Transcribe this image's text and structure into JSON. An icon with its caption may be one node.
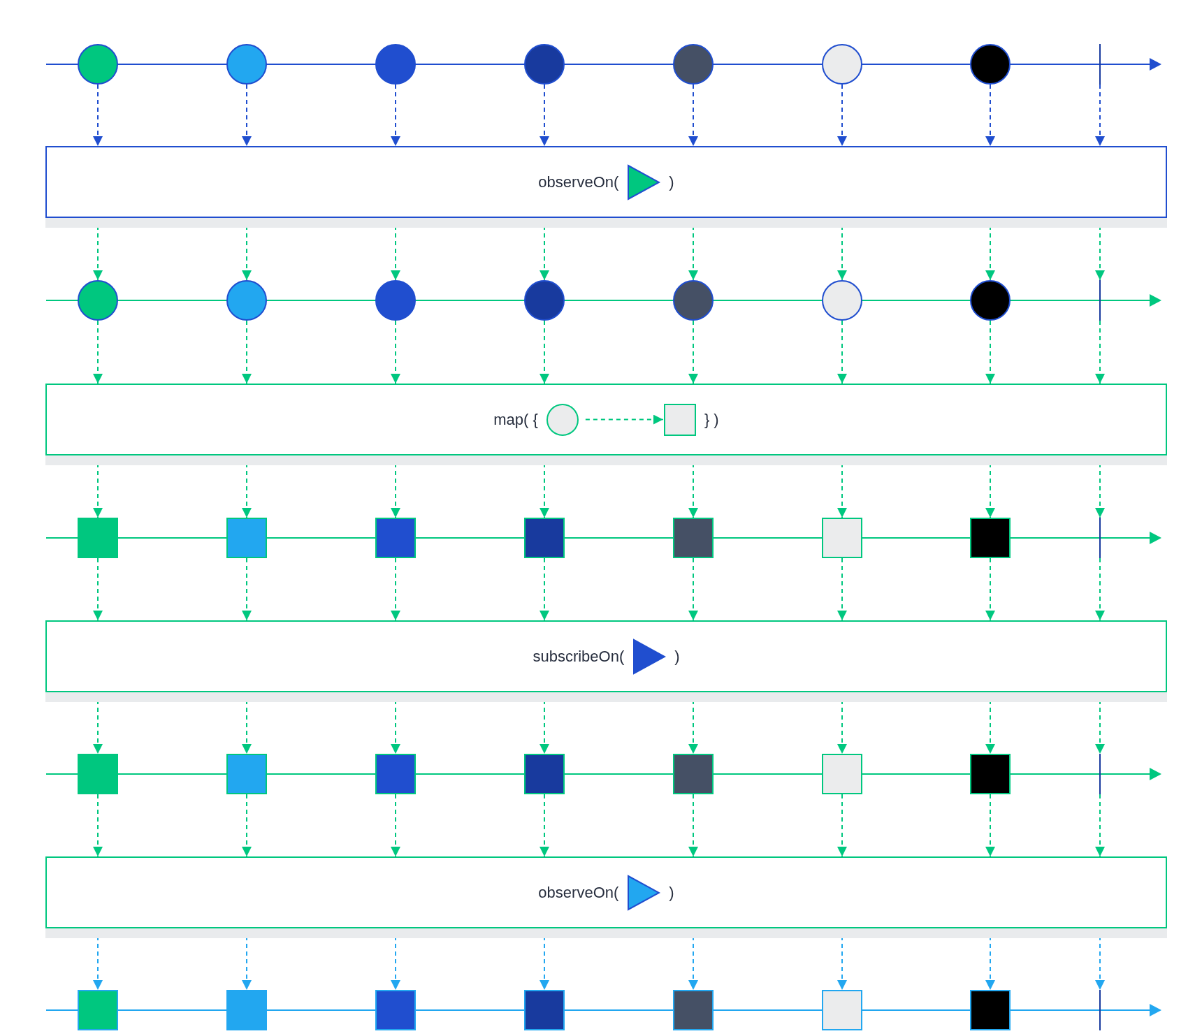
{
  "diagram": {
    "nodes": [
      {
        "text": [],
        "shape": "circle"
      },
      {
        "text": [],
        "shape": "circle"
      },
      {
        "text": [],
        "shape": "circle"
      },
      {
        "text": [],
        "shape": "circle"
      },
      {
        "text": [],
        "shape": "circle"
      },
      {
        "text": [],
        "shape": "circle"
      },
      {
        "text": [],
        "shape": "circle"
      },
      {
        "text": [],
        "shape": "bar"
      },
      {
        "text": [
          "observeOn(",
          ")"
        ]
      },
      {
        "text": [],
        "shape": "circle"
      },
      {
        "text": [],
        "shape": "circle"
      },
      {
        "text": [],
        "shape": "circle"
      },
      {
        "text": [],
        "shape": "circle"
      },
      {
        "text": [],
        "shape": "circle"
      },
      {
        "text": [],
        "shape": "circle"
      },
      {
        "text": [],
        "shape": "circle"
      },
      {
        "text": [],
        "shape": "bar"
      },
      {
        "text": [
          "map( {",
          "} )"
        ]
      },
      {
        "text": [],
        "shape": "circle",
        "in": 17
      },
      {
        "text": [],
        "shape": "box",
        "in": 17
      },
      {
        "text": [],
        "shape": "box"
      },
      {
        "text": [],
        "shape": "box"
      },
      {
        "text": [],
        "shape": "box"
      },
      {
        "text": [],
        "shape": "box"
      },
      {
        "text": [],
        "shape": "box"
      },
      {
        "text": [],
        "shape": "box"
      },
      {
        "text": [],
        "shape": "box"
      },
      {
        "text": [],
        "shape": "bar"
      },
      {
        "text": [
          "subscribeOn(",
          ")"
        ]
      },
      {
        "text": [],
        "shape": "box"
      },
      {
        "text": [],
        "shape": "box"
      },
      {
        "text": [],
        "shape": "box"
      },
      {
        "text": [],
        "shape": "box"
      },
      {
        "text": [],
        "shape": "box"
      },
      {
        "text": [],
        "shape": "box"
      },
      {
        "text": [],
        "shape": "box"
      },
      {
        "text": [],
        "shape": "bar"
      },
      {
        "text": [
          "observeOn(",
          ")"
        ]
      },
      {
        "text": [],
        "shape": "box"
      },
      {
        "text": [],
        "shape": "box"
      },
      {
        "text": [],
        "shape": "box"
      },
      {
        "text": [],
        "shape": "box"
      },
      {
        "text": [],
        "shape": "box"
      },
      {
        "text": [],
        "shape": "box"
      },
      {
        "text": [],
        "shape": "box"
      },
      {
        "text": [],
        "shape": "bar"
      }
    ],
    "edges": [
      {
        "from": 0,
        "to": 8,
        "arrow": "to",
        "style": "dashed",
        "color": "#204ecf"
      },
      {
        "from": 1,
        "to": 8,
        "arrow": "to",
        "style": "dashed",
        "color": "#204ecf"
      },
      {
        "from": 2,
        "to": 8,
        "arrow": "to",
        "style": "dashed",
        "color": "#204ecf"
      },
      {
        "from": 3,
        "to": 8,
        "arrow": "to",
        "style": "dashed",
        "color": "#204ecf"
      },
      {
        "from": 4,
        "to": 8,
        "arrow": "to",
        "style": "dashed",
        "color": "#204ecf"
      },
      {
        "from": 5,
        "to": 8,
        "arrow": "to",
        "style": "dashed",
        "color": "#204ecf"
      },
      {
        "from": 6,
        "to": 8,
        "arrow": "to",
        "style": "dashed",
        "color": "#204ecf"
      },
      {
        "from": 7,
        "to": 8,
        "arrow": "to",
        "style": "dashed",
        "color": "#204ecf"
      },
      {
        "from": 8,
        "to": 9,
        "arrow": "to",
        "style": "dashed"
      },
      {
        "from": 8,
        "to": 10,
        "arrow": "to",
        "style": "dashed"
      },
      {
        "from": 8,
        "to": 11,
        "arrow": "to",
        "style": "dashed"
      },
      {
        "from": 8,
        "to": 12,
        "arrow": "to",
        "style": "dashed"
      },
      {
        "from": 8,
        "to": 13,
        "arrow": "to",
        "style": "dashed"
      },
      {
        "from": 8,
        "to": 14,
        "arrow": "to",
        "style": "dashed"
      },
      {
        "from": 8,
        "to": 15,
        "arrow": "to",
        "style": "dashed"
      },
      {
        "from": 8,
        "to": 16,
        "arrow": "to",
        "style": "dashed"
      },
      {
        "from": 9,
        "to": 17,
        "arrow": "to",
        "style": "dashed"
      },
      {
        "from": 10,
        "to": 17,
        "arrow": "to",
        "style": "dashed"
      },
      {
        "from": 11,
        "to": 17,
        "arrow": "to",
        "style": "dashed"
      },
      {
        "from": 12,
        "to": 17,
        "arrow": "to",
        "style": "dashed"
      },
      {
        "from": 13,
        "to": 17,
        "arrow": "to",
        "style": "dashed"
      },
      {
        "from": 14,
        "to": 17,
        "arrow": "to",
        "style": "dashed"
      },
      {
        "from": 15,
        "to": 17,
        "arrow": "to",
        "style": "dashed"
      },
      {
        "from": 16,
        "to": 17,
        "arrow": "to",
        "style": "dashed"
      },
      {
        "from": 18,
        "to": 19,
        "arrow": "to",
        "style": "dashed"
      },
      {
        "from": 17,
        "to": 20,
        "arrow": "to",
        "style": "dashed"
      },
      {
        "from": 17,
        "to": 21,
        "arrow": "to",
        "style": "dashed"
      },
      {
        "from": 17,
        "to": 22,
        "arrow": "to",
        "style": "dashed"
      },
      {
        "from": 17,
        "to": 23,
        "arrow": "to",
        "style": "dashed"
      },
      {
        "from": 17,
        "to": 24,
        "arrow": "to",
        "style": "dashed"
      },
      {
        "from": 17,
        "to": 25,
        "arrow": "to",
        "style": "dashed"
      },
      {
        "from": 17,
        "to": 26,
        "arrow": "to",
        "style": "dashed"
      },
      {
        "from": 17,
        "to": 27,
        "arrow": "to",
        "style": "dashed"
      },
      {
        "from": 20,
        "to": 28,
        "arrow": "to",
        "style": "dashed"
      },
      {
        "from": 21,
        "to": 28,
        "arrow": "to",
        "style": "dashed"
      },
      {
        "from": 22,
        "to": 28,
        "arrow": "to",
        "style": "dashed"
      },
      {
        "from": 23,
        "to": 28,
        "arrow": "to",
        "style": "dashed"
      },
      {
        "from": 24,
        "to": 28,
        "arrow": "to",
        "style": "dashed"
      },
      {
        "from": 25,
        "to": 28,
        "arrow": "to",
        "style": "dashed"
      },
      {
        "from": 26,
        "to": 28,
        "arrow": "to",
        "style": "dashed"
      },
      {
        "from": 27,
        "to": 28,
        "arrow": "to",
        "style": "dashed"
      },
      {
        "from": 28,
        "to": 29,
        "arrow": "to",
        "style": "dashed"
      },
      {
        "from": 28,
        "to": 30,
        "arrow": "to",
        "style": "dashed"
      },
      {
        "from": 28,
        "to": 31,
        "arrow": "to",
        "style": "dashed"
      },
      {
        "from": 28,
        "to": 32,
        "arrow": "to",
        "style": "dashed"
      },
      {
        "from": 28,
        "to": 33,
        "arrow": "to",
        "style": "dashed"
      },
      {
        "from": 28,
        "to": 34,
        "arrow": "to",
        "style": "dashed"
      },
      {
        "from": 28,
        "to": 35,
        "arrow": "to",
        "style": "dashed"
      },
      {
        "from": 28,
        "to": 36,
        "arrow": "to",
        "style": "dashed"
      },
      {
        "from": 29,
        "to": 37,
        "arrow": "to",
        "style": "dashed"
      },
      {
        "from": 30,
        "to": 37,
        "arrow": "to",
        "style": "dashed"
      },
      {
        "from": 31,
        "to": 37,
        "arrow": "to",
        "style": "dashed"
      },
      {
        "from": 32,
        "to": 37,
        "arrow": "to",
        "style": "dashed"
      },
      {
        "from": 33,
        "to": 37,
        "arrow": "to",
        "style": "dashed"
      },
      {
        "from": 34,
        "to": 37,
        "arrow": "to",
        "style": "dashed"
      },
      {
        "from": 35,
        "to": 37,
        "arrow": "to",
        "style": "dashed"
      },
      {
        "from": 36,
        "to": 37,
        "arrow": "to",
        "style": "dashed"
      },
      {
        "from": 37,
        "to": 38,
        "arrow": "to",
        "style": "dashed",
        "color": "#22a7f0"
      },
      {
        "from": 37,
        "to": 39,
        "arrow": "to",
        "style": "dashed",
        "color": "#22a7f0"
      },
      {
        "from": 37,
        "to": 40,
        "arrow": "to",
        "style": "dashed",
        "color": "#22a7f0"
      },
      {
        "from": 37,
        "to": 41,
        "arrow": "to",
        "style": "dashed",
        "color": "#22a7f0"
      },
      {
        "from": 37,
        "to": 42,
        "arrow": "to",
        "style": "dashed",
        "color": "#22a7f0"
      },
      {
        "from": 37,
        "to": 43,
        "arrow": "to",
        "style": "dashed",
        "color": "#22a7f0"
      },
      {
        "from": 37,
        "to": 44,
        "arrow": "to",
        "style": "dashed",
        "color": "#22a7f0"
      },
      {
        "from": 37,
        "to": 45,
        "arrow": "to",
        "style": "dashed",
        "color": "#22a7f0"
      }
    ]
  }
}
